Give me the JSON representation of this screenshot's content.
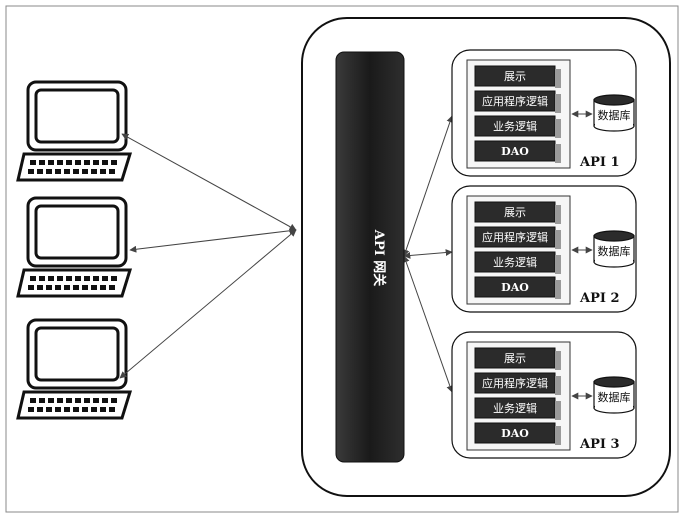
{
  "gateway": {
    "label": "API 网关"
  },
  "clients": [
    {
      "id": "computer-1"
    },
    {
      "id": "computer-2"
    },
    {
      "id": "computer-3"
    }
  ],
  "services": [
    {
      "label": "API 1",
      "layers": [
        "展示",
        "应用程序逻辑",
        "业务逻辑",
        "DAO"
      ],
      "database": "数据库"
    },
    {
      "label": "API 2",
      "layers": [
        "展示",
        "应用程序逻辑",
        "业务逻辑",
        "DAO"
      ],
      "database": "数据库"
    },
    {
      "label": "API 3",
      "layers": [
        "展示",
        "应用程序逻辑",
        "业务逻辑",
        "DAO"
      ],
      "database": "数据库"
    }
  ],
  "colors": {
    "layer_fill": "#2b2b2b",
    "gateway_fill": "#222222",
    "line": "#444444"
  }
}
